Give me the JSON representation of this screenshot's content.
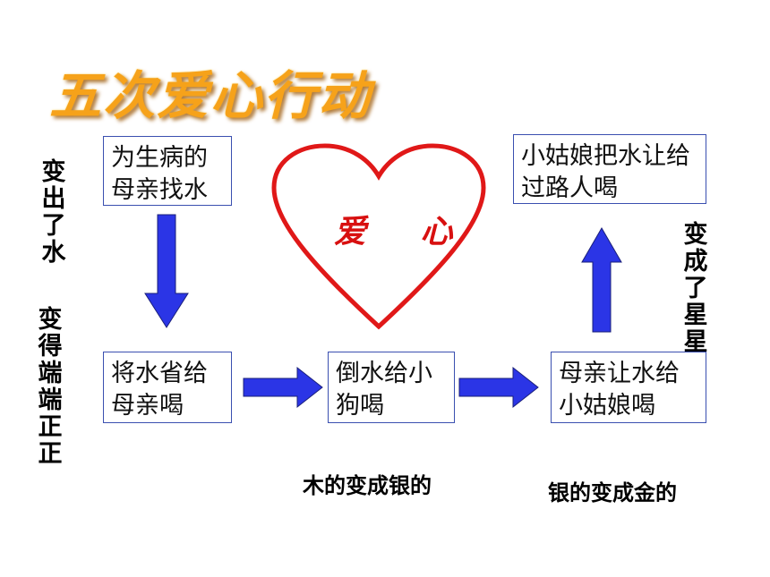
{
  "title": "五次爱心行动",
  "heart_label": "爱 心",
  "boxes": {
    "b1": "为生病的母亲找水",
    "b2": "将水省给母亲喝",
    "b3": "倒水给小狗喝",
    "b4": "母亲让水给小姑娘喝",
    "b5": "小姑娘把水让给过路人喝"
  },
  "labels": {
    "left_top": "变出了水",
    "left_bottom": "变得端端正正",
    "right": "变成了星星",
    "mid_bottom": "木的变成银的",
    "right_bottom": "银的变成金的"
  },
  "colors": {
    "arrow": "#2b35e6",
    "heart": "#e01818",
    "box_border": "#3a4fb0"
  }
}
